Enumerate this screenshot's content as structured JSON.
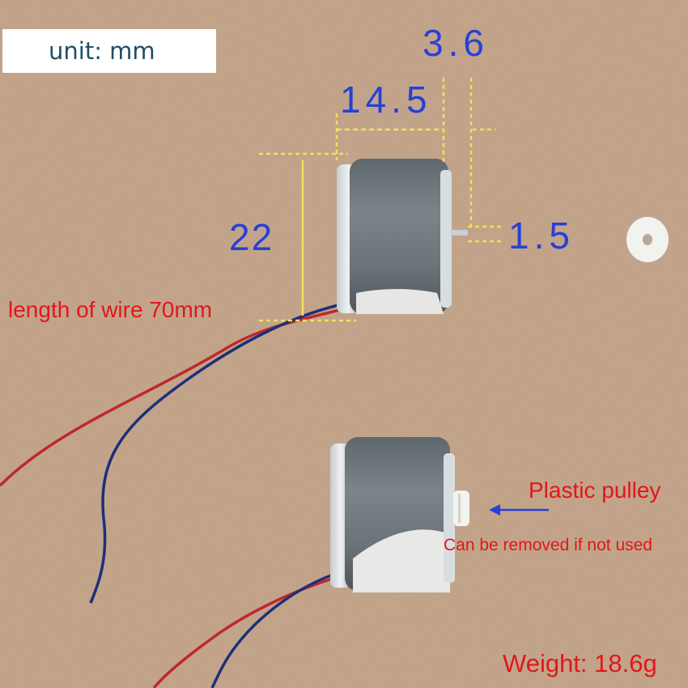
{
  "unit_label": "unit: mm",
  "dimensions": {
    "length": "14.5",
    "shaft_length": "3.6",
    "height": "22",
    "shaft_diameter": "1.5"
  },
  "wire_label": "length of wire 70mm",
  "pulley_label": "Plastic pulley",
  "pulley_note": "Can be removed if not used",
  "weight_label": "Weight: 18.6g",
  "colors": {
    "background": "#c9a98e",
    "dimension_text": "#2740d6",
    "annotation_text": "#e3161b",
    "guide_lines": "#f0e05a",
    "motor_body": "#6b7479"
  }
}
